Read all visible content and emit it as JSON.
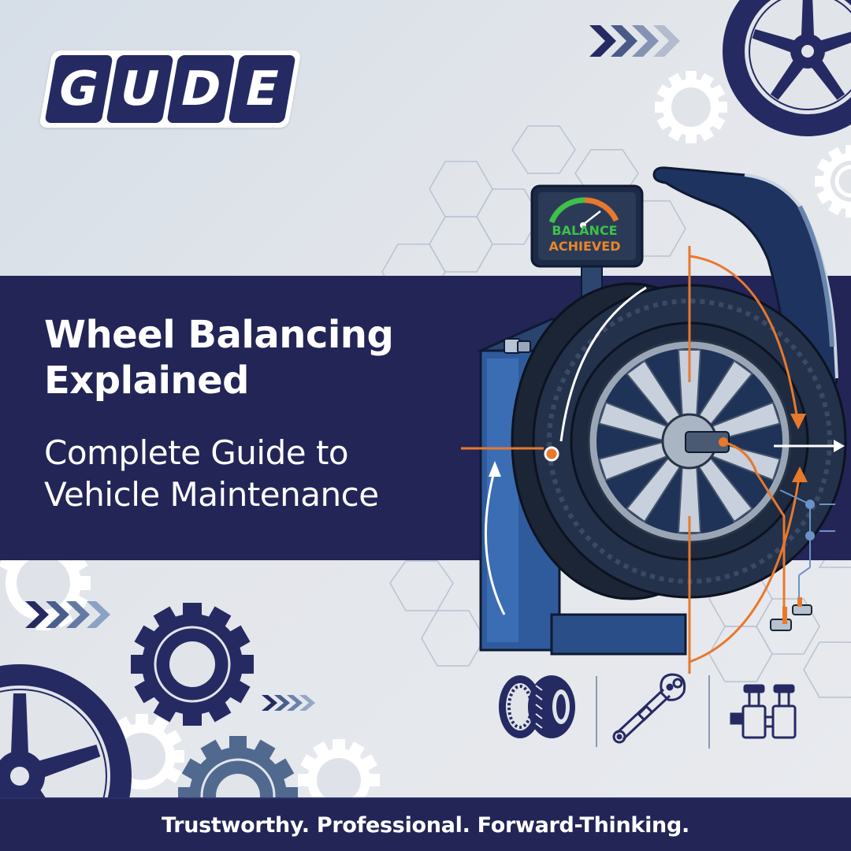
{
  "brand": {
    "logo_letters": [
      "G",
      "U",
      "D",
      "E"
    ],
    "logo_text": "GUDE"
  },
  "hero": {
    "title_line1": "Wheel Balancing",
    "title_line2": "Explained",
    "subtitle_line1": "Complete Guide to",
    "subtitle_line2": "Vehicle Maintenance"
  },
  "machine": {
    "display_line1": "BALANCE",
    "display_line2": "ACHIEVED",
    "gauge_icon": "speedometer-gauge-icon"
  },
  "feature_icons": [
    {
      "name": "tires-icon"
    },
    {
      "name": "ratchet-wrench-icon"
    },
    {
      "name": "wheel-weights-clamp-icon"
    }
  ],
  "decorations": {
    "chevrons": [
      "chevron-right-icon",
      "chevron-right-icon",
      "chevron-right-icon",
      "chevron-right-icon"
    ],
    "gears": [
      "gear-icon"
    ],
    "wheels": [
      "wheel-icon"
    ]
  },
  "footer": {
    "tagline": "Trustworthy. Professional. Forward-Thinking."
  },
  "colors": {
    "navy": "#232556",
    "logo_navy": "#262a63",
    "background": "#e1e4e9",
    "accent_orange": "#e8782c",
    "accent_green": "#3ec04a",
    "steel_blue": "#4f6a95",
    "machine_blue": "#2f5b9c"
  }
}
